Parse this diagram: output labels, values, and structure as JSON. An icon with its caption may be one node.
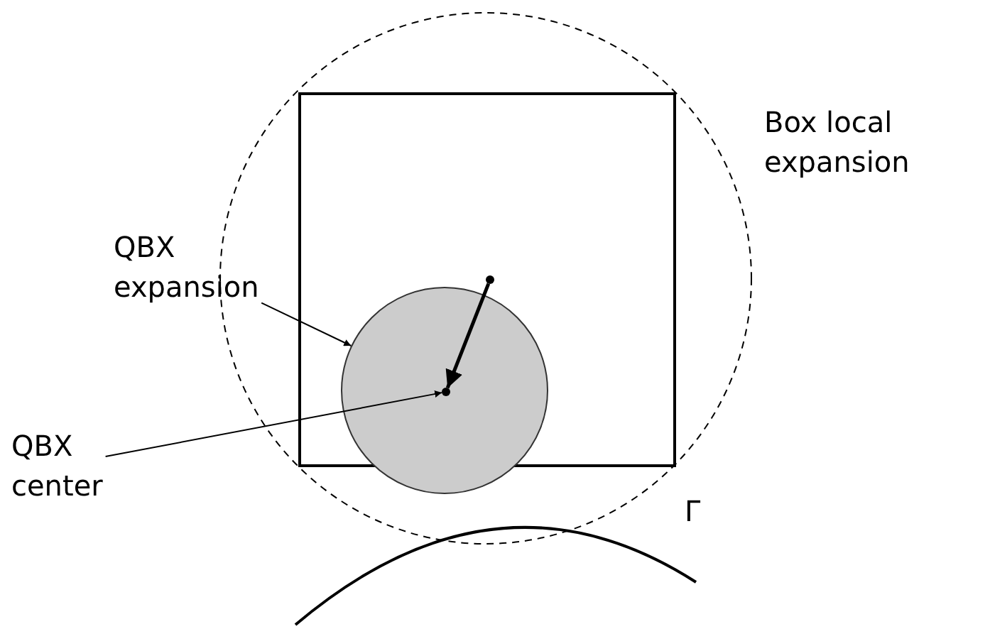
{
  "diagram": {
    "nodes": [
      {
        "text": [],
        "shape": "circle",
        "beside": [
          "Box local expansion"
        ]
      },
      {
        "text": [],
        "shape": "box",
        "in": 0
      },
      {
        "text": [],
        "shape": "circle",
        "in": 0
      },
      {
        "text": [],
        "shape": "circle",
        "in": 2
      },
      {
        "text": [],
        "shape": "circle",
        "in": 1
      },
      {
        "text": [
          "QBX expansion"
        ]
      },
      {
        "text": [
          "QBX center"
        ]
      }
    ],
    "edges": [
      {
        "from": 4,
        "to": 3,
        "arrow": "to",
        "style": "thick"
      },
      {
        "from": 5,
        "to": 2,
        "arrow": "to"
      },
      {
        "from": 6,
        "to": 3,
        "arrow": "to"
      }
    ],
    "labels": [
      "Γ"
    ]
  }
}
